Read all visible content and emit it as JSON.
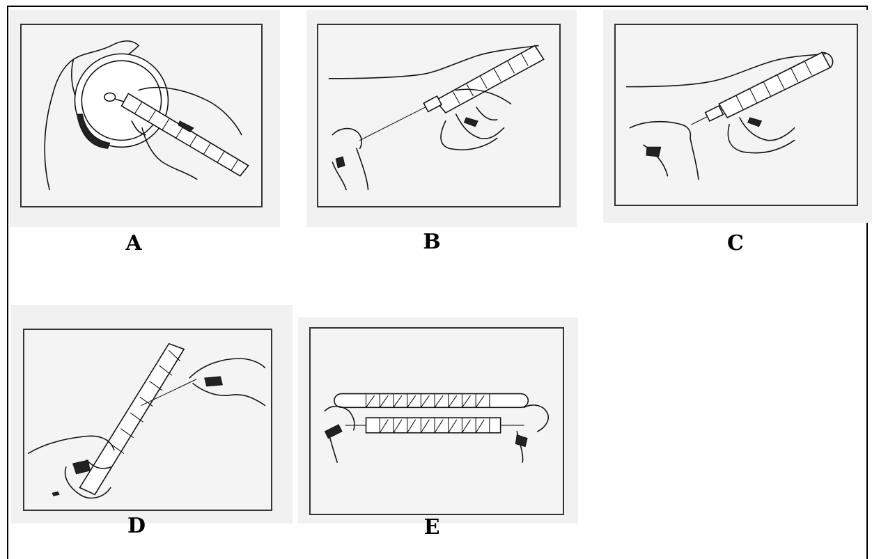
{
  "panels": [
    {
      "id": "A",
      "label": "A",
      "illustration": "hand-winding-bobbin-icon"
    },
    {
      "id": "B",
      "label": "B",
      "illustration": "thread-from-bobbin-icon"
    },
    {
      "id": "C",
      "label": "C",
      "illustration": "pinching-thread-tip-icon"
    },
    {
      "id": "D",
      "label": "D",
      "illustration": "spiral-wrapping-strip-icon"
    },
    {
      "id": "E",
      "label": "E",
      "illustration": "two-wrapped-strips-icon"
    }
  ],
  "colors": {
    "ink": "#111111",
    "panel_bg": "#f1f1f1",
    "frame": "#000000"
  }
}
